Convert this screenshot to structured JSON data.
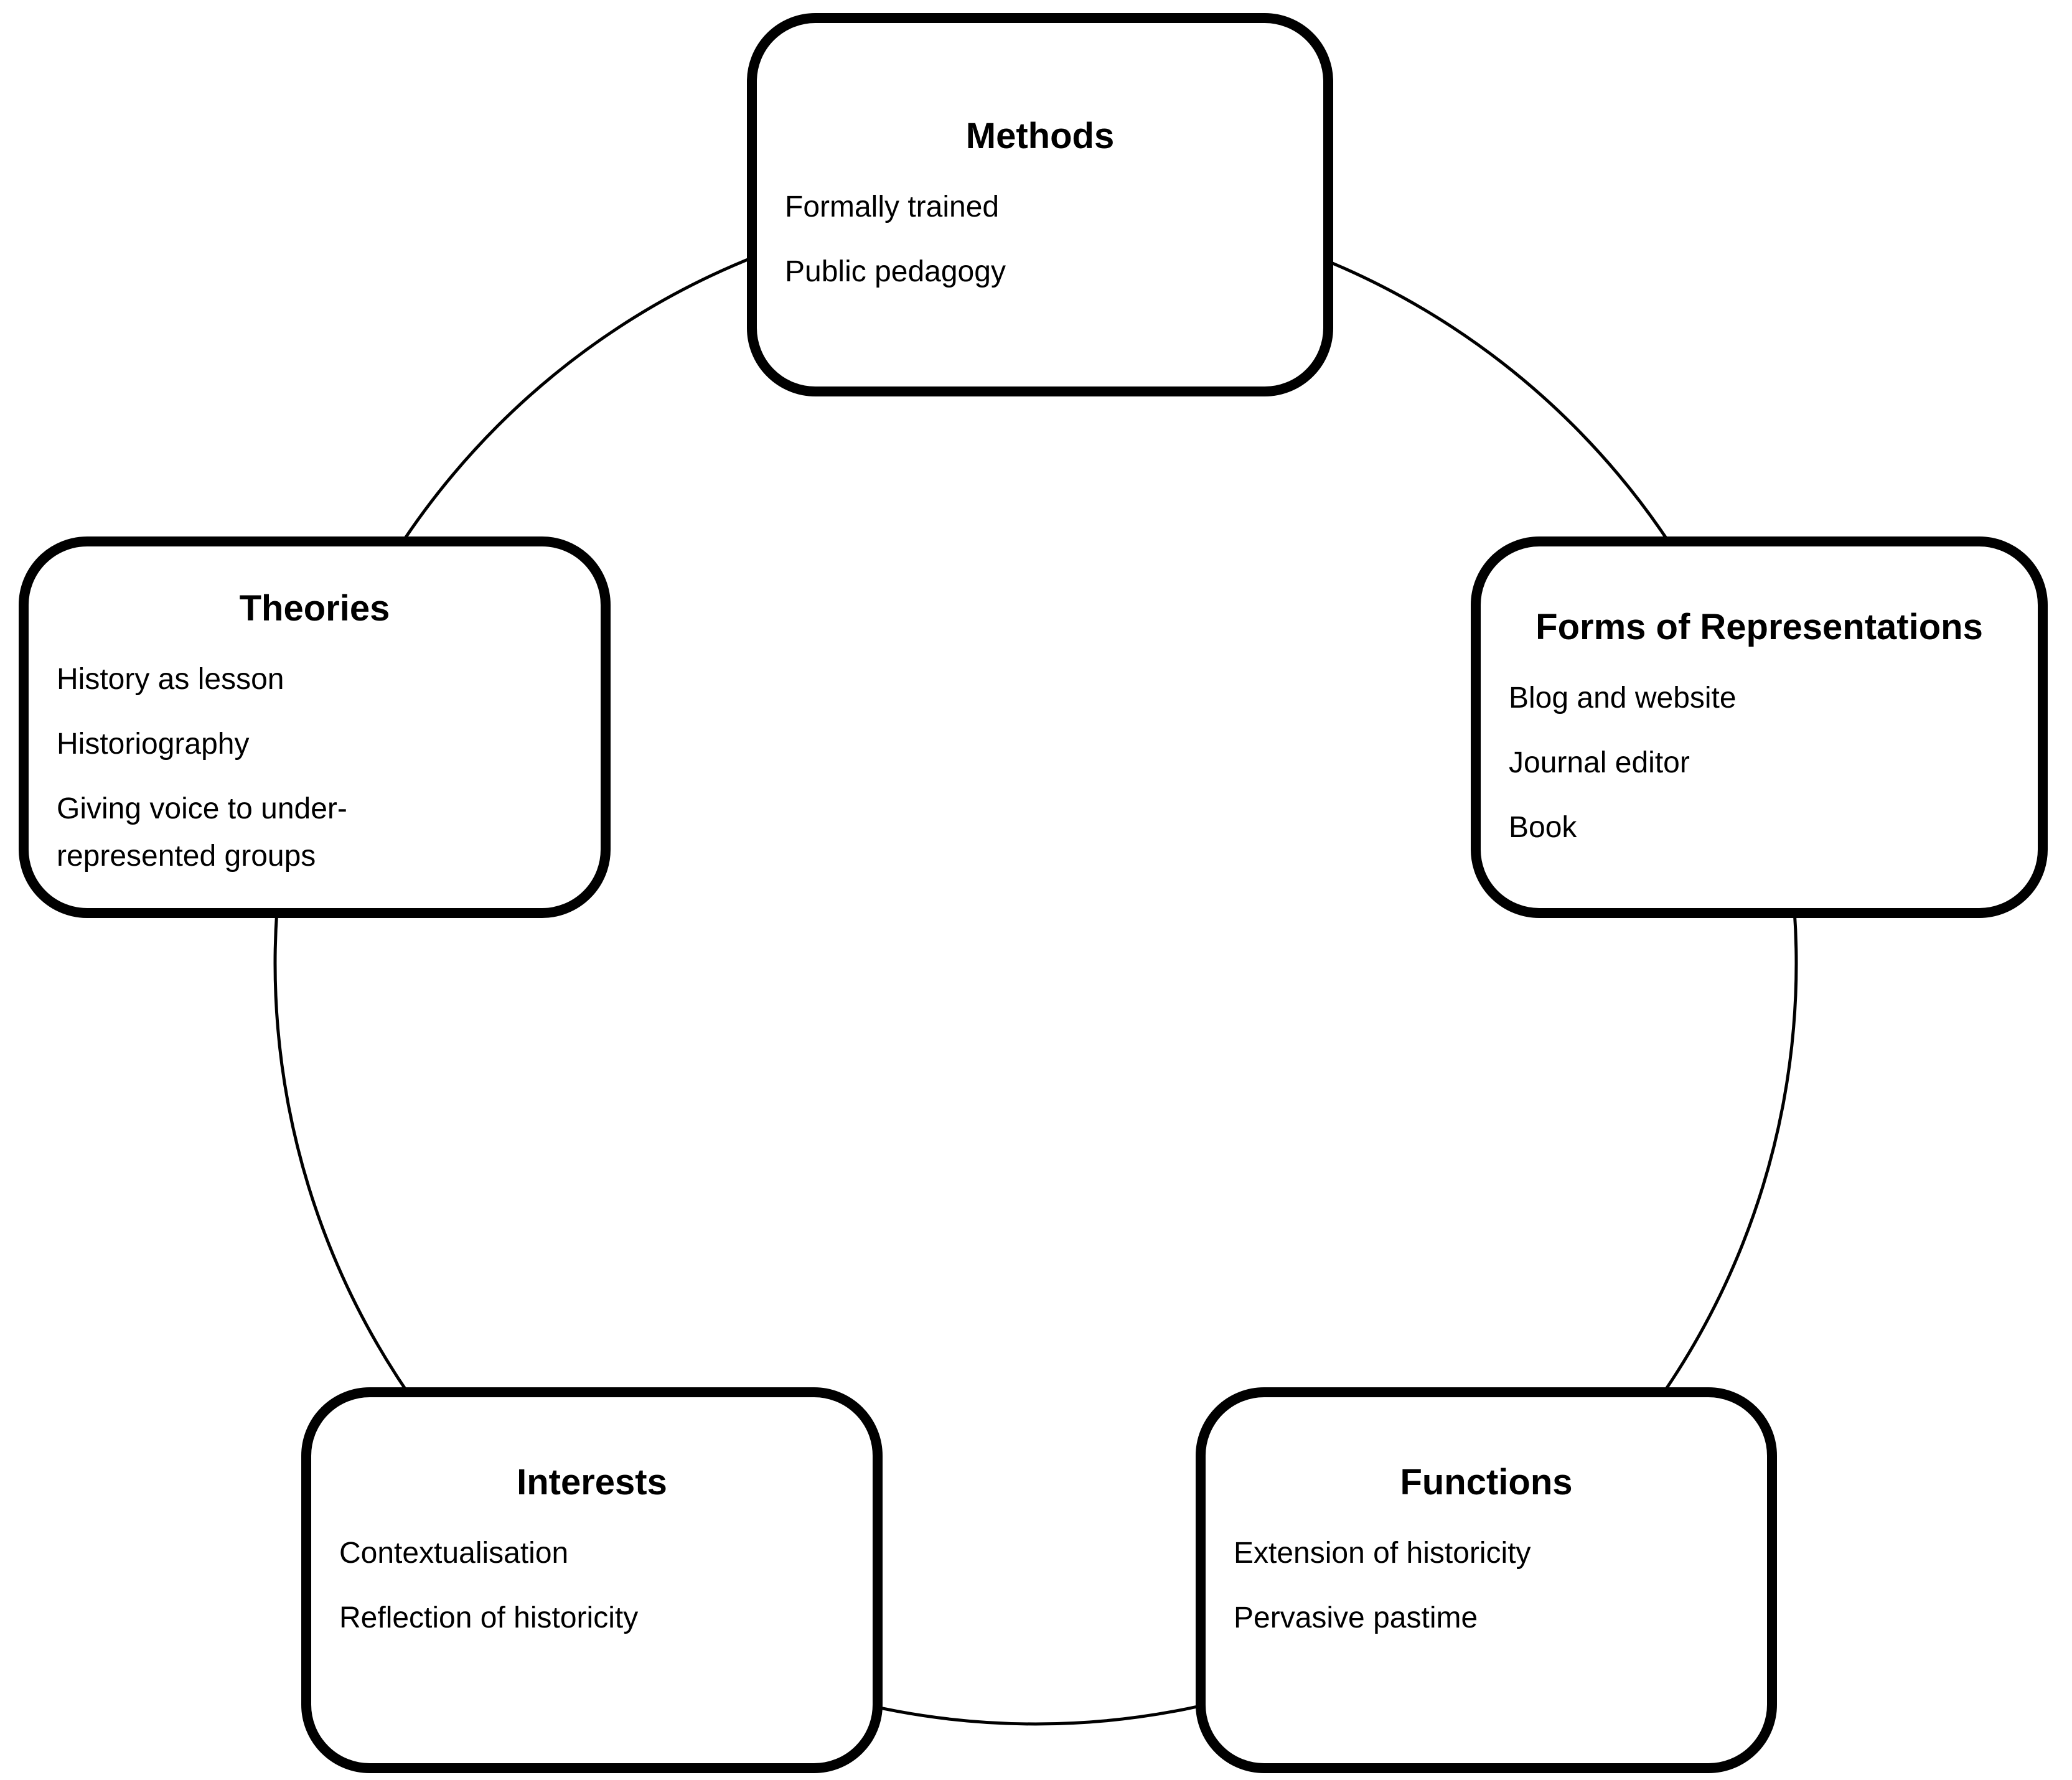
{
  "colors": {
    "background": "#ffffff",
    "stroke": "#000000",
    "text": "#000000"
  },
  "diagram": {
    "type": "cycle",
    "description_shape": "five rounded rectangles arranged on a circle"
  },
  "boxes": {
    "methods": {
      "title": "Methods",
      "items": [
        "Formally trained",
        "Public pedagogy"
      ]
    },
    "forms": {
      "title": "Forms of Representations",
      "items": [
        "Blog and website",
        "Journal editor",
        "Book"
      ]
    },
    "theories": {
      "title": "Theories",
      "items": [
        "History as lesson",
        "Historiography",
        "Giving voice to under-",
        "represented groups"
      ]
    },
    "interests": {
      "title": "Interests",
      "items": [
        "Contextualisation",
        "Reflection of historicity"
      ]
    },
    "functions": {
      "title": "Functions",
      "items": [
        "Extension of historicity",
        "Pervasive pastime"
      ]
    }
  }
}
